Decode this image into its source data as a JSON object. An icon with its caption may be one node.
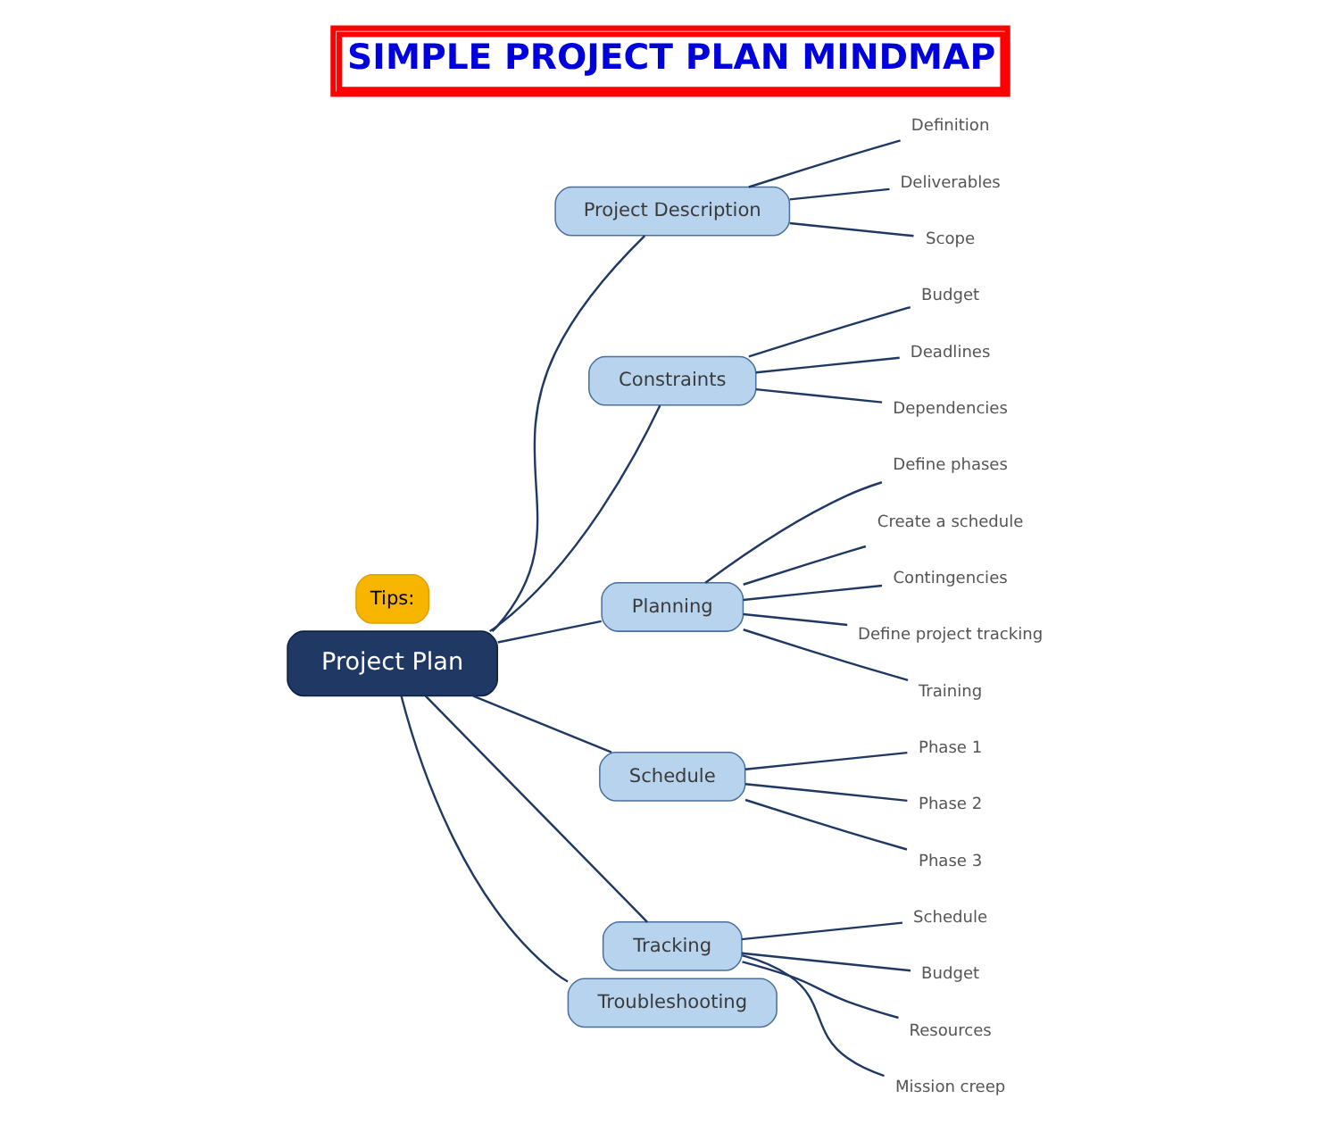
{
  "diagram": {
    "title": "SIMPLE PROJECT PLAN MINDMAP",
    "nodes": [
      {
        "text": [
          "Project Plan"
        ]
      },
      {
        "text": [
          "Project Description"
        ]
      },
      {
        "text": [
          "Definition"
        ]
      },
      {
        "text": [
          "Deliverables"
        ]
      },
      {
        "text": [
          "Scope"
        ]
      },
      {
        "text": [
          "Constraints"
        ]
      },
      {
        "text": [
          "Budget"
        ]
      },
      {
        "text": [
          "Deadlines"
        ]
      },
      {
        "text": [
          "Dependencies"
        ]
      },
      {
        "text": [
          "Planning"
        ]
      },
      {
        "text": [
          "Define phases"
        ]
      },
      {
        "text": [
          "Create a schedule"
        ]
      },
      {
        "text": [
          "Contingencies"
        ]
      },
      {
        "text": [
          "Define project tracking"
        ]
      },
      {
        "text": [
          "Training"
        ]
      },
      {
        "text": [
          "Schedule"
        ]
      },
      {
        "text": [
          "Phase 1"
        ]
      },
      {
        "text": [
          "Phase 2"
        ]
      },
      {
        "text": [
          "Phase 3"
        ]
      },
      {
        "text": [
          "Tracking"
        ]
      },
      {
        "text": [
          "Schedule"
        ]
      },
      {
        "text": [
          "Budget"
        ]
      },
      {
        "text": [
          "Resources"
        ]
      },
      {
        "text": [
          "Mission creep"
        ]
      },
      {
        "text": [
          "Troubleshooting"
        ]
      },
      {
        "text": [
          "Tips:"
        ]
      }
    ],
    "edges": [
      {
        "from": 0,
        "to": 1,
        "arrow": "none"
      },
      {
        "from": 1,
        "to": 2,
        "arrow": "none"
      },
      {
        "from": 1,
        "to": 3,
        "arrow": "none"
      },
      {
        "from": 1,
        "to": 4,
        "arrow": "none"
      },
      {
        "from": 0,
        "to": 5,
        "arrow": "none"
      },
      {
        "from": 5,
        "to": 6,
        "arrow": "none"
      },
      {
        "from": 5,
        "to": 7,
        "arrow": "none"
      },
      {
        "from": 5,
        "to": 8,
        "arrow": "none"
      },
      {
        "from": 0,
        "to": 9,
        "arrow": "none"
      },
      {
        "from": 9,
        "to": 10,
        "arrow": "none"
      },
      {
        "from": 9,
        "to": 11,
        "arrow": "none"
      },
      {
        "from": 9,
        "to": 12,
        "arrow": "none"
      },
      {
        "from": 9,
        "to": 13,
        "arrow": "none"
      },
      {
        "from": 9,
        "to": 14,
        "arrow": "none"
      },
      {
        "from": 0,
        "to": 15,
        "arrow": "none"
      },
      {
        "from": 15,
        "to": 16,
        "arrow": "none"
      },
      {
        "from": 15,
        "to": 17,
        "arrow": "none"
      },
      {
        "from": 15,
        "to": 18,
        "arrow": "none"
      },
      {
        "from": 0,
        "to": 19,
        "arrow": "none"
      },
      {
        "from": 19,
        "to": 20,
        "arrow": "none"
      },
      {
        "from": 19,
        "to": 21,
        "arrow": "none"
      },
      {
        "from": 19,
        "to": 22,
        "arrow": "none"
      },
      {
        "from": 19,
        "to": 23,
        "arrow": "none"
      },
      {
        "from": 0,
        "to": 24,
        "arrow": "none"
      }
    ]
  }
}
